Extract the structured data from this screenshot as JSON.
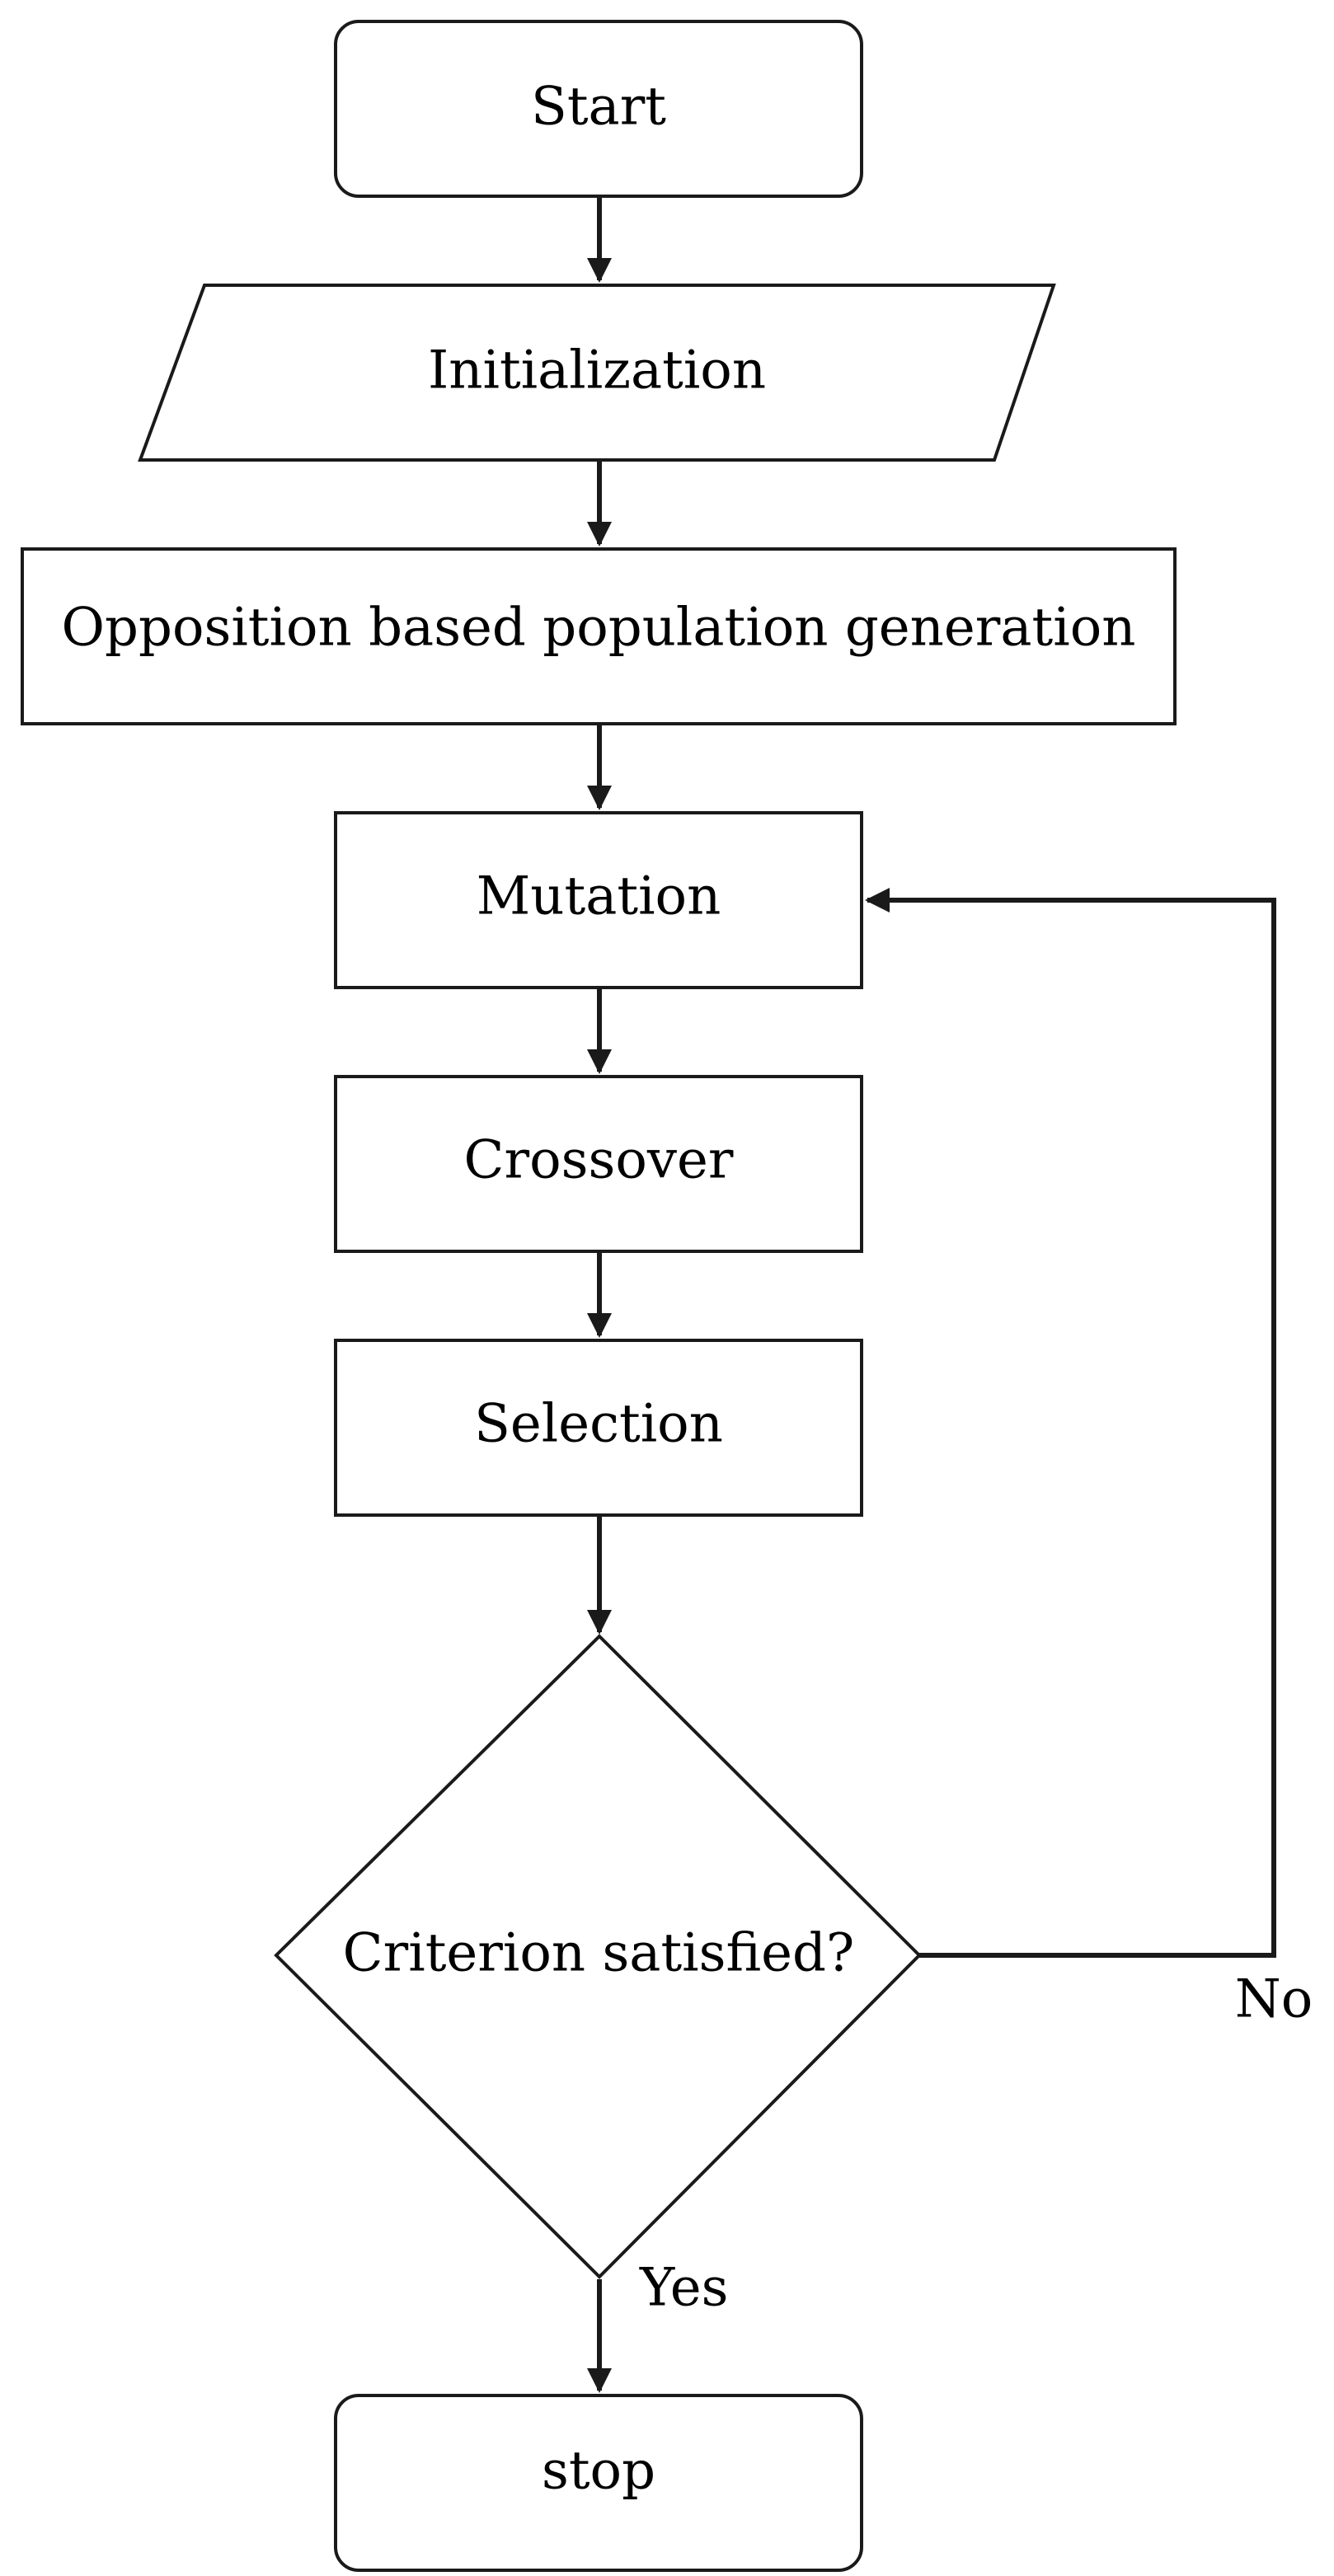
{
  "diagram": {
    "type": "flowchart",
    "nodes": {
      "start": {
        "label": "Start",
        "shape": "rounded-rectangle"
      },
      "initialization": {
        "label": "Initialization",
        "shape": "parallelogram"
      },
      "opposition": {
        "label": "Opposition based population generation",
        "shape": "rectangle"
      },
      "mutation": {
        "label": "Mutation",
        "shape": "rectangle"
      },
      "crossover": {
        "label": "Crossover",
        "shape": "rectangle"
      },
      "selection": {
        "label": "Selection",
        "shape": "rectangle"
      },
      "criterion": {
        "label": "Criterion satisfied?",
        "shape": "diamond"
      },
      "stop": {
        "label": "stop",
        "shape": "rounded-rectangle"
      }
    },
    "edges": {
      "yes": {
        "label": "Yes",
        "from": "criterion",
        "to": "stop"
      },
      "no": {
        "label": "No",
        "from": "criterion",
        "to": "mutation"
      }
    },
    "colors": {
      "stroke": "#1a1a1a",
      "fill": "#ffffff",
      "text": "#000000"
    }
  }
}
